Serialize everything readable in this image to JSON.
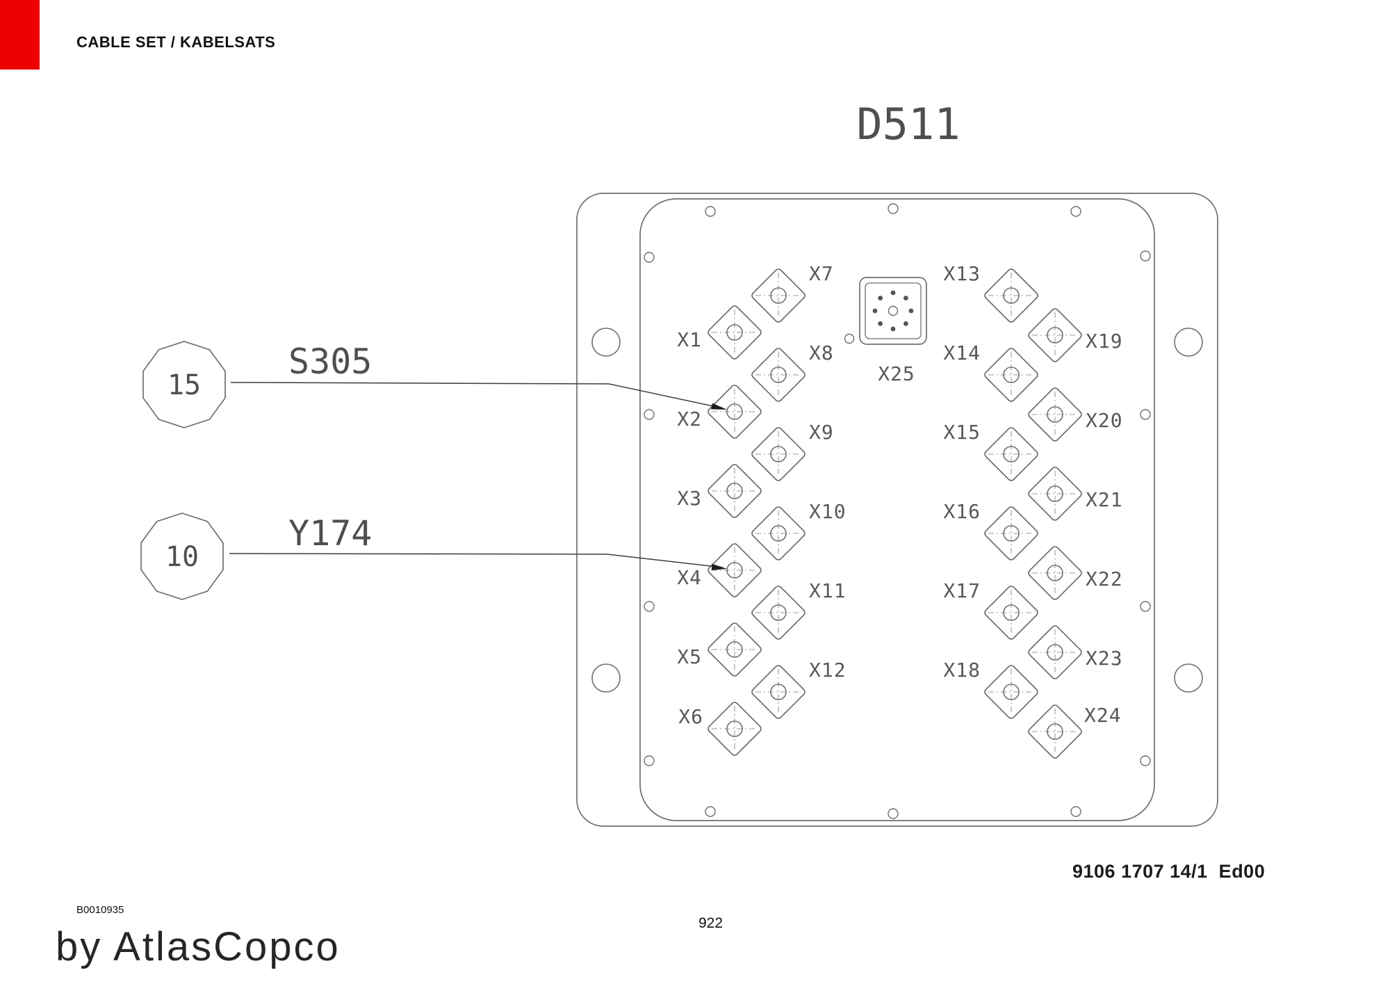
{
  "page": {
    "title": "CABLE SET / KABELSATS",
    "drawing_ref": "9106 1707 14/1  Ed00",
    "document_code": "B0010935",
    "page_number": "922",
    "brand_line": "by AtlasCopco"
  },
  "colors": {
    "corner_mark_red": "#ec0000",
    "line_gray": "#6e6e6e",
    "cad_text_gray": "#4f4f4f"
  },
  "diagram": {
    "panel_label": "D511",
    "callouts": [
      {
        "number": "15",
        "code": "S305",
        "points_to": "X2"
      },
      {
        "number": "10",
        "code": "Y174",
        "points_to": "X4"
      }
    ],
    "connectors": {
      "x1": "X1",
      "x2": "X2",
      "x3": "X3",
      "x4": "X4",
      "x5": "X5",
      "x6": "X6",
      "x7": "X7",
      "x8": "X8",
      "x9": "X9",
      "x10": "X10",
      "x11": "X11",
      "x12": "X12",
      "x13": "X13",
      "x14": "X14",
      "x15": "X15",
      "x16": "X16",
      "x17": "X17",
      "x18": "X18",
      "x19": "X19",
      "x20": "X20",
      "x21": "X21",
      "x22": "X22",
      "x23": "X23",
      "x24": "X24",
      "x25": "X25"
    }
  }
}
